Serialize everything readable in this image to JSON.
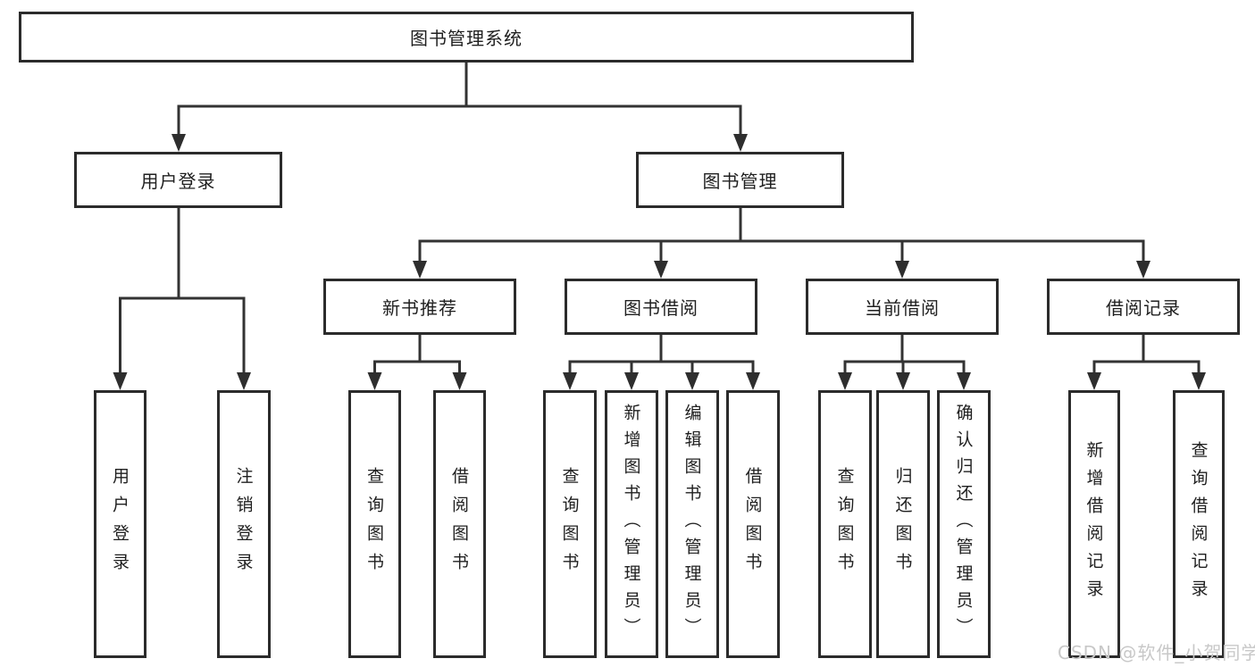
{
  "tree": {
    "label": "图书管理系统",
    "children": [
      {
        "label": "用户登录",
        "children": [
          {
            "label": "用户登录"
          },
          {
            "label": "注销登录"
          }
        ]
      },
      {
        "label": "图书管理",
        "children": [
          {
            "label": "新书推荐",
            "children": [
              {
                "label": "查询图书"
              },
              {
                "label": "借阅图书"
              }
            ]
          },
          {
            "label": "图书借阅",
            "children": [
              {
                "label": "查询图书"
              },
              {
                "label": "新增图书（管理员）"
              },
              {
                "label": "编辑图书（管理员）"
              },
              {
                "label": "借阅图书"
              }
            ]
          },
          {
            "label": "当前借阅",
            "children": [
              {
                "label": "查询图书"
              },
              {
                "label": "归还图书"
              },
              {
                "label": "确认归还（管理员）"
              }
            ]
          },
          {
            "label": "借阅记录",
            "children": [
              {
                "label": "新增借阅记录"
              },
              {
                "label": "查询借阅记录"
              }
            ]
          }
        ]
      }
    ]
  },
  "watermark": {
    "text": "CSDN @软件_小贺同学",
    "color": "#c8c8c8"
  },
  "colors": {
    "line": "#333333",
    "box_border": "#2b2b2b",
    "box_fill": "#ffffff",
    "text": "#1f1f1f",
    "background": "#ffffff"
  }
}
